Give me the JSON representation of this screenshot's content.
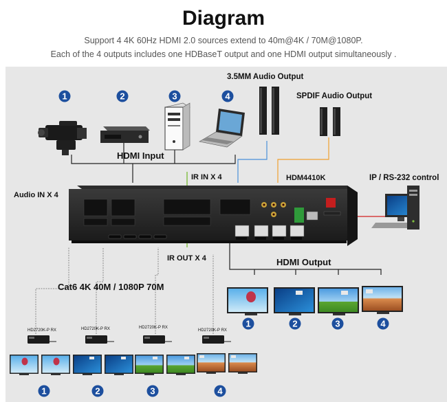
{
  "header": {
    "title": "Diagram",
    "line1": "Support  4  4K  60Hz HDMI 2.0 sources extend to 40m@4K / 70M@1080P.",
    "line2": "Each of the 4 outputs includes one HDBaseT output and one HDMI output simultaneously ."
  },
  "labels": {
    "audio_out": "3.5MM Audio Output",
    "spdif_out": "SPDIF Audio Output",
    "hdmi_input": "HDMI Input",
    "ir_in": "IR IN X 4",
    "model": "HDM4410K",
    "ip_rs232": "IP / RS-232 control",
    "audio_in": "Audio IN X 4",
    "ir_out": "IR OUT X 4",
    "hdmi_output": "HDMI Output",
    "cat6": "Cat6 4K 40M / 1080P 70M",
    "rx_model": "HD2720K-P RX"
  },
  "numbers": [
    "1",
    "2",
    "3",
    "4"
  ],
  "colors": {
    "badge_blue": "#1d4f9e",
    "ir_green": "#7fbf3f",
    "spdif_orange": "#f0a030",
    "rs232_red": "#d22020",
    "audio_blue": "#4a90d9",
    "line_dark": "#222222"
  }
}
